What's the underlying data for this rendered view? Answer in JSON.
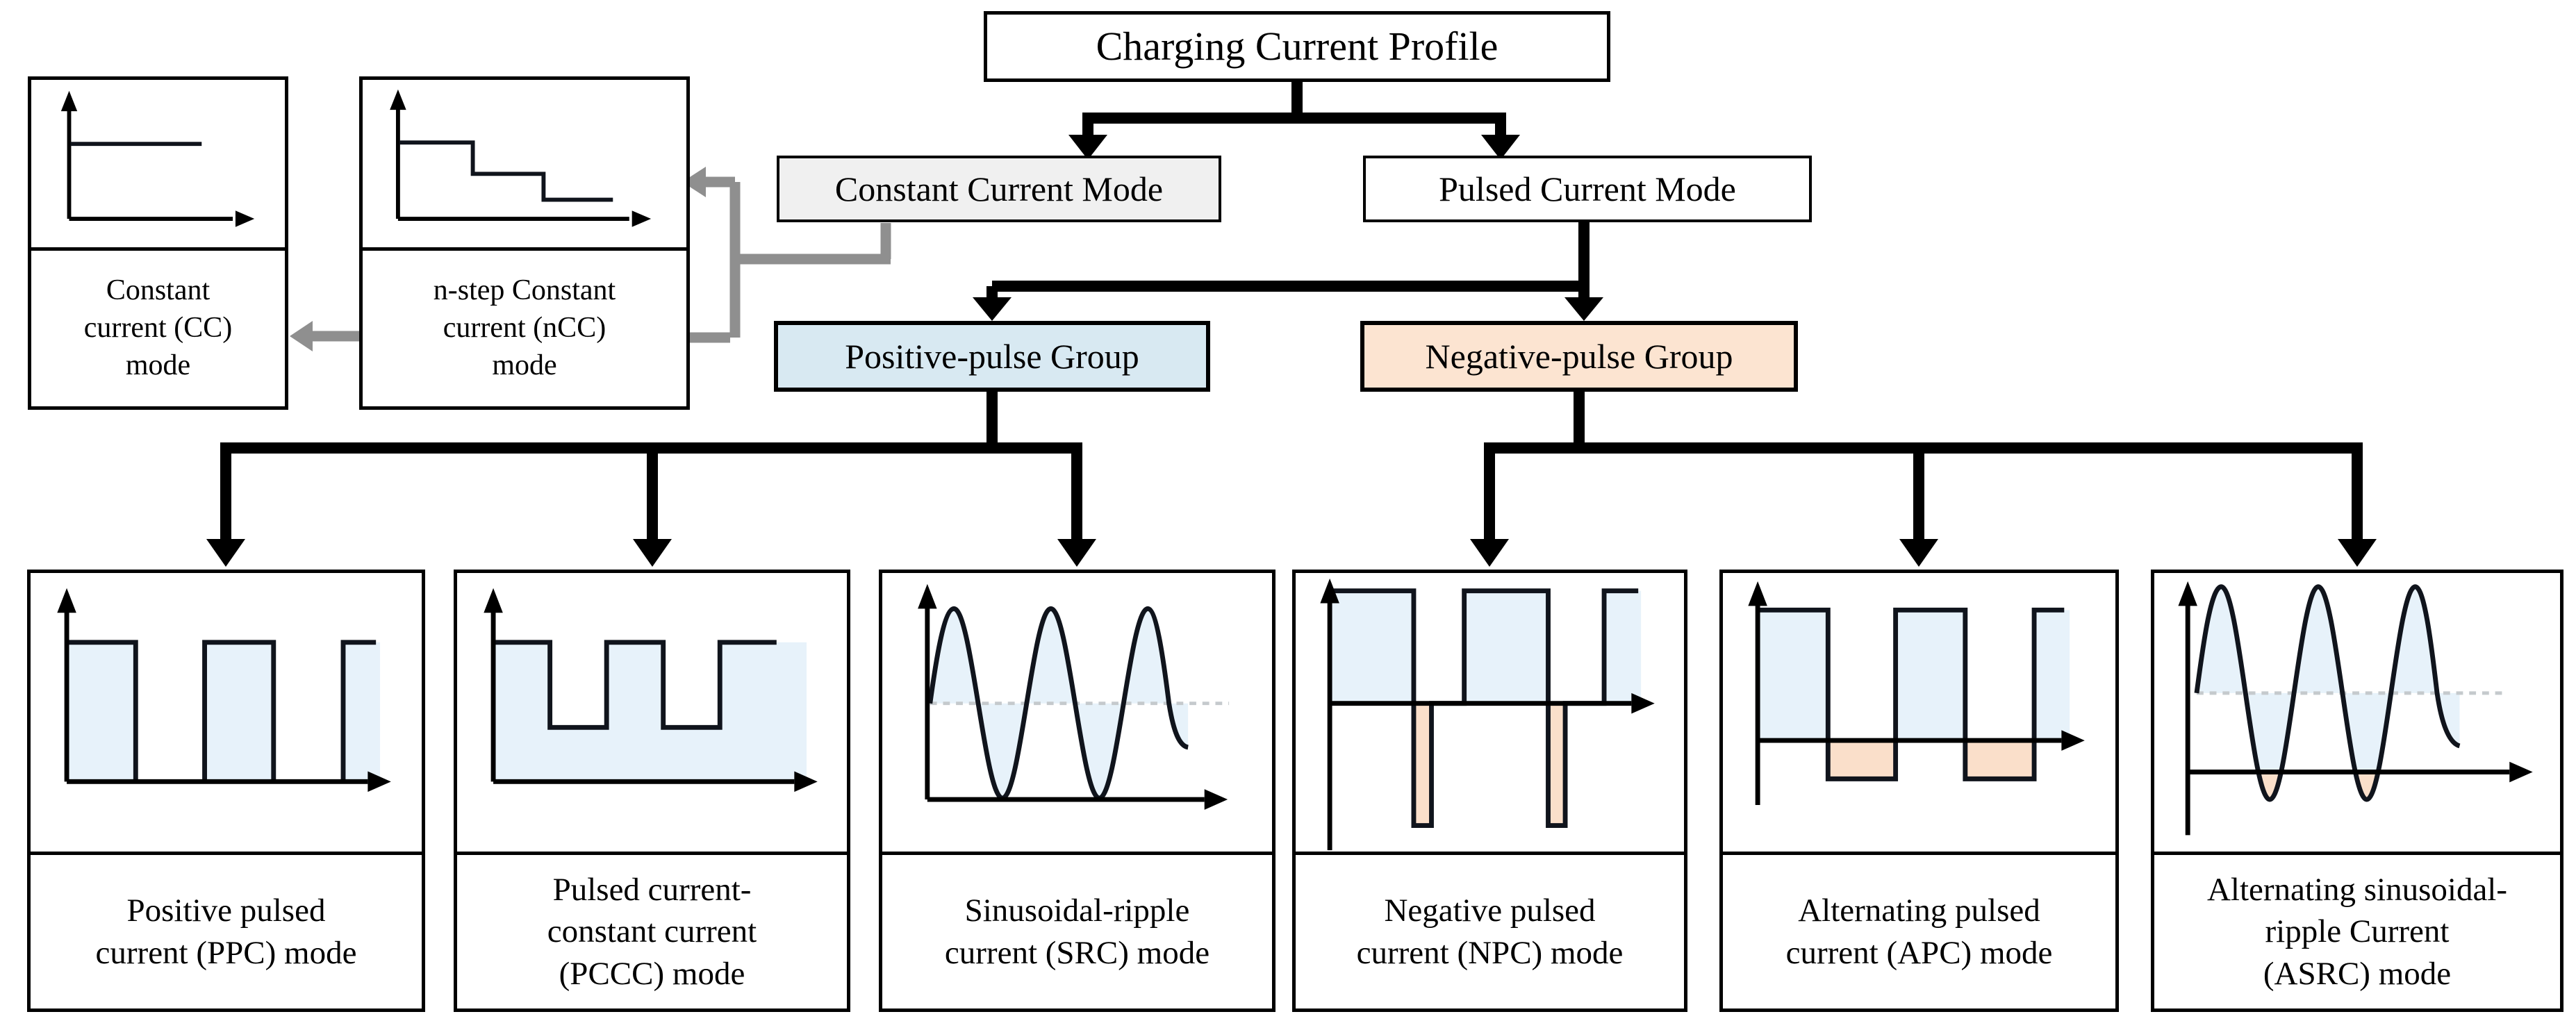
{
  "title": "Charging Current Profile",
  "branches": {
    "constant_current_mode": "Constant Current Mode",
    "pulsed_current_mode": "Pulsed Current Mode",
    "positive_pulse_group": "Positive-pulse Group",
    "negative_pulse_group": "Negative-pulse Group"
  },
  "constant_modes": [
    {
      "abbr": "CC",
      "label": "Constant\ncurrent (CC)\nmode",
      "waveform_icon": "constant-level-waveform-icon"
    },
    {
      "abbr": "nCC",
      "label": "n-step Constant\ncurrent (nCC)\nmode",
      "waveform_icon": "descending-staircase-waveform-icon"
    }
  ],
  "pulse_modes": [
    {
      "abbr": "PPC",
      "group": "positive",
      "label": "Positive pulsed\ncurrent (PPC) mode",
      "waveform_icon": "positive-square-pulse-waveform-icon"
    },
    {
      "abbr": "PCCC",
      "group": "positive",
      "label": "Pulsed current-\nconstant current\n(PCCC) mode",
      "waveform_icon": "pulse-over-constant-level-waveform-icon"
    },
    {
      "abbr": "SRC",
      "group": "positive",
      "label": "Sinusoidal-ripple\ncurrent (SRC) mode",
      "waveform_icon": "sinusoid-above-zero-waveform-icon"
    },
    {
      "abbr": "NPC",
      "group": "negative",
      "label": "Negative pulsed\ncurrent (NPC) mode",
      "waveform_icon": "positive-pulses-with-narrow-negative-pulses-waveform-icon"
    },
    {
      "abbr": "APC",
      "group": "negative",
      "label": "Alternating pulsed\ncurrent (APC) mode",
      "waveform_icon": "alternating-positive-negative-pulses-waveform-icon"
    },
    {
      "abbr": "ASRC",
      "group": "negative",
      "label": "Alternating sinusoidal-\nripple Current\n(ASRC) mode",
      "waveform_icon": "sinusoid-crossing-zero-waveform-icon"
    }
  ],
  "colors": {
    "wave_blue": "#e7f2fa",
    "wave_peach": "#fadfca",
    "group_blue": "#d8e9f2",
    "group_peach": "#fce4d1",
    "mode_gray": "#f0f0f0",
    "connector_gray": "#8f8f8f",
    "dash_gray": "#c5cacd",
    "line": "#000000",
    "wave_stroke": "#10141c"
  }
}
